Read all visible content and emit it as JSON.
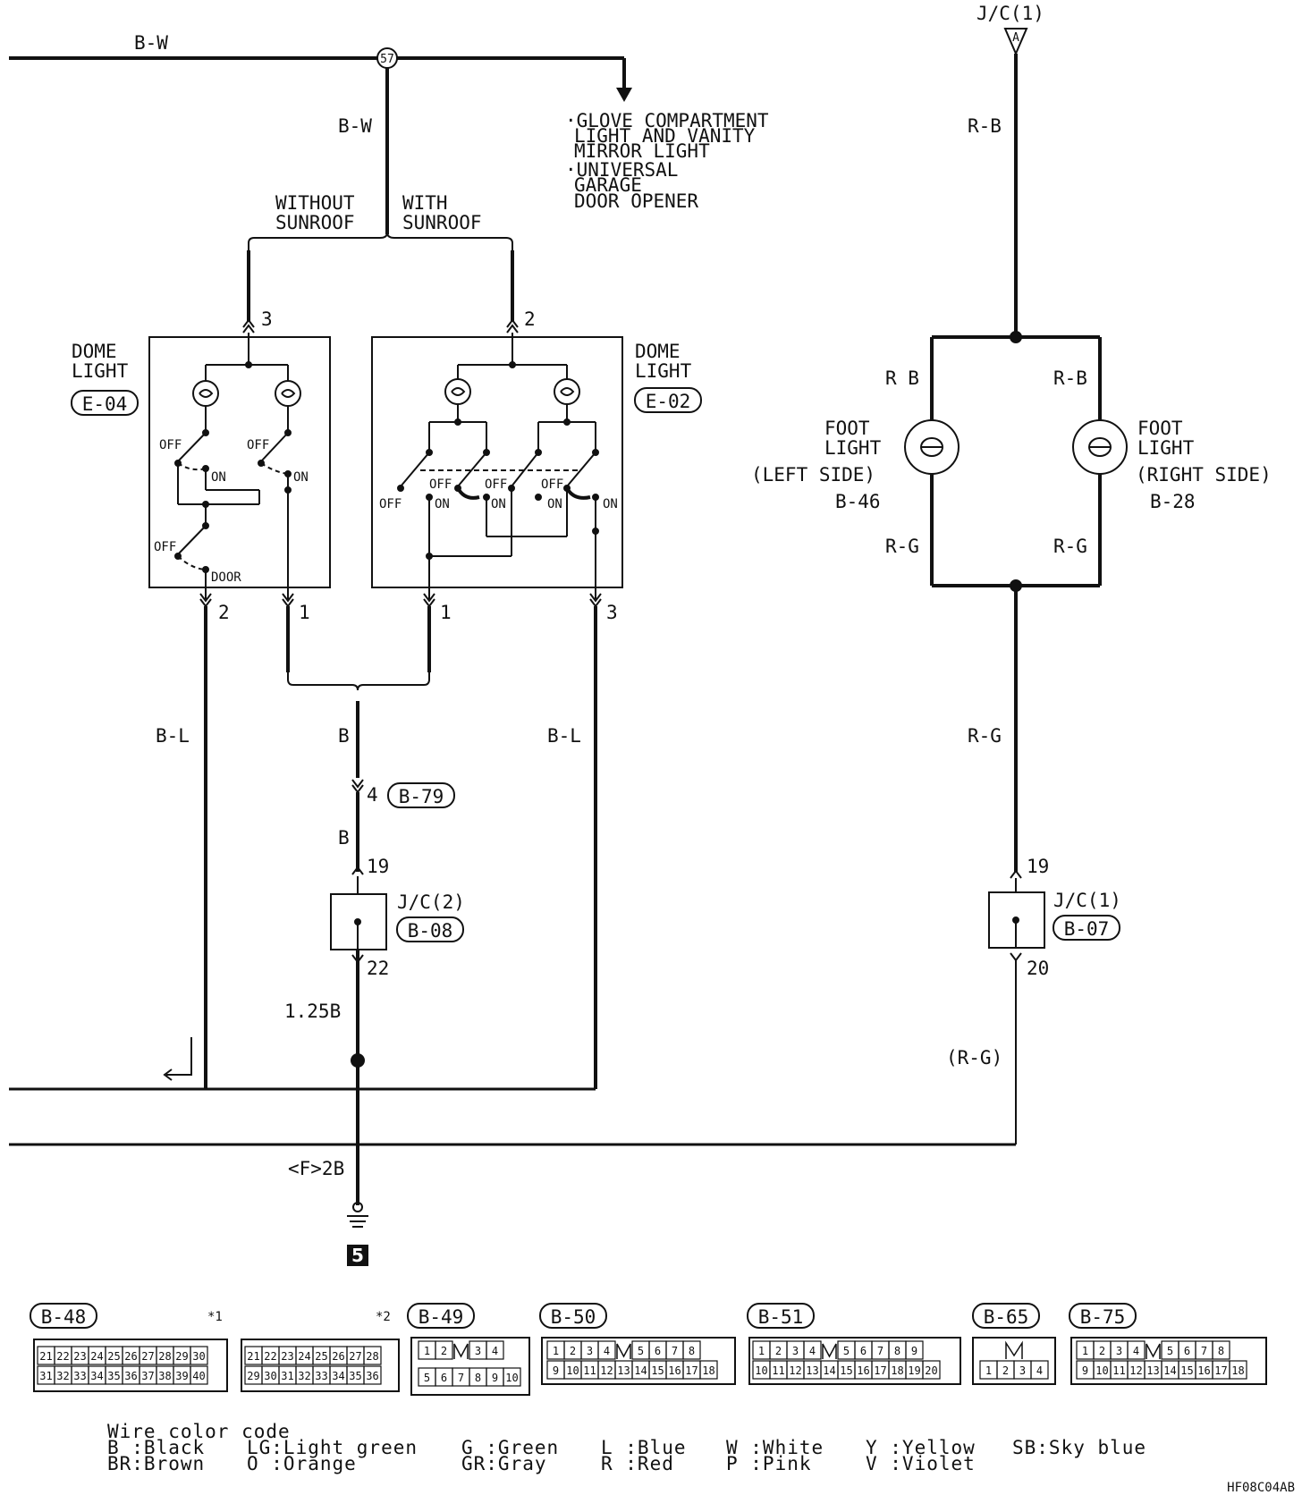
{
  "top_wire": {
    "color": "B-W",
    "splice": "57"
  },
  "drop_wire": "B-W",
  "note": [
    "·GLOVE COMPARTMENT",
    "LIGHT AND VANITY",
    "MIRROR LIGHT",
    "·UNIVERSAL",
    "GARAGE",
    "DOOR OPENER"
  ],
  "branch": {
    "left": [
      "WITHOUT",
      "SUNROOF"
    ],
    "right": [
      "WITH",
      "SUNROOF"
    ]
  },
  "dome_left": {
    "title": [
      "DOME",
      "LIGHT"
    ],
    "connector": "E-04",
    "pin_in": "3",
    "pin_out_a": "2",
    "pin_out_b": "1",
    "switch_labels": {
      "off": "OFF",
      "on": "ON",
      "door": "DOOR"
    }
  },
  "dome_right": {
    "title": [
      "DOME",
      "LIGHT"
    ],
    "connector": "E-02",
    "pin_in": "2",
    "pin_out_a": "1",
    "pin_out_b": "3",
    "switch_labels": {
      "off": "OFF",
      "on": "ON"
    }
  },
  "wires": {
    "bl_left": "B-L",
    "bl_right": "B-L",
    "b_upper": "B",
    "b_lower": "B",
    "gauge": "1.25B",
    "ground_wire": "<F>2B"
  },
  "connector_b79": {
    "pin": "4",
    "id": "B-79"
  },
  "jc2": {
    "title": "J/C(2)",
    "id": "B-08",
    "pin_in": "19",
    "pin_out": "22"
  },
  "ground": {
    "number": "5"
  },
  "jc1_top": {
    "title": "J/C(1)",
    "tag": "A"
  },
  "foot": {
    "feed": "R-B",
    "left_top": "R B",
    "right_top": "R-B",
    "left_bottom": "R-G",
    "right_bottom": "R-G",
    "left": {
      "title": [
        "FOOT",
        "LIGHT"
      ],
      "side": "(LEFT SIDE)",
      "id": "B-46"
    },
    "right": {
      "title": [
        "FOOT",
        "LIGHT"
      ],
      "side": "(RIGHT SIDE)",
      "id": "B-28"
    },
    "return": "R-G",
    "return_paren": "(R-G)"
  },
  "jc1": {
    "title": "J/C(1)",
    "id": "B-07",
    "pin_in": "19",
    "pin_out": "20"
  },
  "connectors": {
    "b48": {
      "id": "B-48",
      "note1": "*1",
      "note2": "*2",
      "a_row1": [
        "21",
        "22",
        "23",
        "24",
        "25",
        "26",
        "27",
        "28",
        "29",
        "30"
      ],
      "a_row2": [
        "31",
        "32",
        "33",
        "34",
        "35",
        "36",
        "37",
        "38",
        "39",
        "40"
      ],
      "b_row1": [
        "21",
        "22",
        "23",
        "24",
        "25",
        "26",
        "27",
        "28"
      ],
      "b_row2": [
        "29",
        "30",
        "31",
        "32",
        "33",
        "34",
        "35",
        "36"
      ]
    },
    "b49": {
      "id": "B-49",
      "row1": [
        "1",
        "2",
        "",
        "3",
        "4"
      ],
      "row2": [
        "5",
        "6",
        "7",
        "8",
        "9",
        "10"
      ]
    },
    "b50": {
      "id": "B-50",
      "row1": [
        "1",
        "2",
        "3",
        "4",
        "",
        "5",
        "6",
        "7",
        "8"
      ],
      "row2": [
        "9",
        "10",
        "11",
        "12",
        "13",
        "14",
        "15",
        "16",
        "17",
        "18"
      ]
    },
    "b51": {
      "id": "B-51",
      "row1": [
        "1",
        "2",
        "3",
        "4",
        "",
        "5",
        "6",
        "7",
        "8",
        "9"
      ],
      "row2": [
        "10",
        "11",
        "12",
        "13",
        "14",
        "15",
        "16",
        "17",
        "18",
        "19",
        "20"
      ]
    },
    "b65": {
      "id": "B-65",
      "row2": [
        "1",
        "2",
        "3",
        "4"
      ]
    },
    "b75": {
      "id": "B-75",
      "row1": [
        "1",
        "2",
        "3",
        "4",
        "",
        "5",
        "6",
        "7",
        "8"
      ],
      "row2": [
        "9",
        "10",
        "11",
        "12",
        "13",
        "14",
        "15",
        "16",
        "17",
        "18"
      ]
    }
  },
  "legend": {
    "title": "Wire color code",
    "items": [
      [
        "B :Black",
        "LG:Light green",
        "G :Green",
        "L :Blue",
        "W :White",
        "Y :Yellow",
        "SB:Sky blue"
      ],
      [
        "BR:Brown",
        "O :Orange",
        "GR:Gray",
        "R :Red",
        "P :Pink",
        "V :Violet"
      ]
    ]
  },
  "code": "HF08C04AB"
}
